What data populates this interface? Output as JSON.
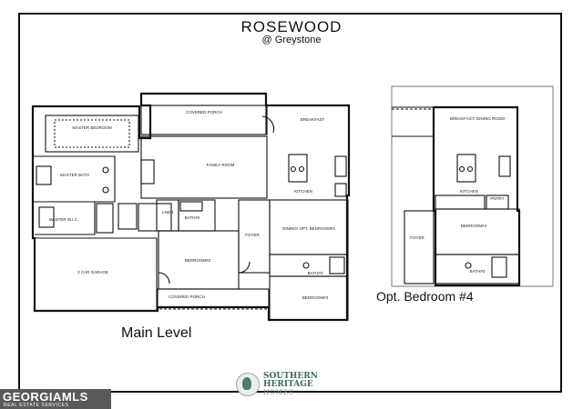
{
  "header": {
    "title": "ROSEWOOD",
    "subtitle": "@ Greystone"
  },
  "main_level": {
    "label": "Main Level",
    "rooms": {
      "master_bedroom": "MASTER BEDROOM",
      "master_bath": "MASTER BATH",
      "master_wic": "MASTER W.I.C.",
      "covered_porch_rear": "COVERED PORCH",
      "family_room": "FAMILY ROOM",
      "breakfast": "BREAKFAST",
      "kitchen": "KITCHEN",
      "laundry": "LNDR.",
      "bath2": "BATH#2",
      "dining": "DINING/ OPT. BEDROOM#4",
      "foyer": "FOYER",
      "bedroom2": "BEDROOM#2",
      "bath3": "BATH#3",
      "bedroom3": "BEDROOM#3",
      "garage": "2 CAR GARAGE",
      "covered_porch_front": "COVERED PORCH"
    }
  },
  "optional": {
    "label": "Opt. Bedroom #4",
    "rooms": {
      "breakfast_dining": "BREAKFAST/ DINING ROOM",
      "kitchen": "KITCHEN",
      "pantry": "PNTRY",
      "bedroom4": "BEDROOM#4",
      "foyer": "FOYER",
      "bath3": "BATH#3"
    }
  },
  "builder_logo": {
    "line1": "SOUTHERN",
    "line2": "HERITAGE",
    "line3": "HOMES"
  },
  "mls": {
    "name": "GEORGIAMLS",
    "tagline": "REAL ESTATE SERVICES"
  }
}
